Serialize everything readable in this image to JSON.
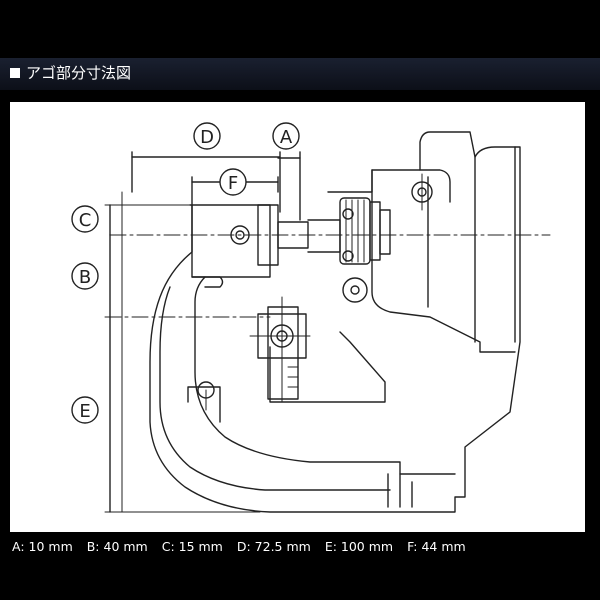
{
  "header": {
    "title": "アゴ部分寸法図",
    "bullet_icon": "square-bullet-icon"
  },
  "diagram": {
    "labels": {
      "A": "A",
      "B": "B",
      "C": "C",
      "D": "D",
      "E": "E",
      "F": "F"
    }
  },
  "legend": {
    "items": [
      {
        "text": "A: 10 mm"
      },
      {
        "text": "B: 40 mm"
      },
      {
        "text": "C: 15 mm"
      },
      {
        "text": "D: 72.5 mm"
      },
      {
        "text": "E: 100 mm"
      },
      {
        "text": "F: 44 mm"
      }
    ]
  },
  "colors": {
    "background": "#000000",
    "panel": "#ffffff",
    "line": "#222222",
    "text": "#ffffff"
  }
}
